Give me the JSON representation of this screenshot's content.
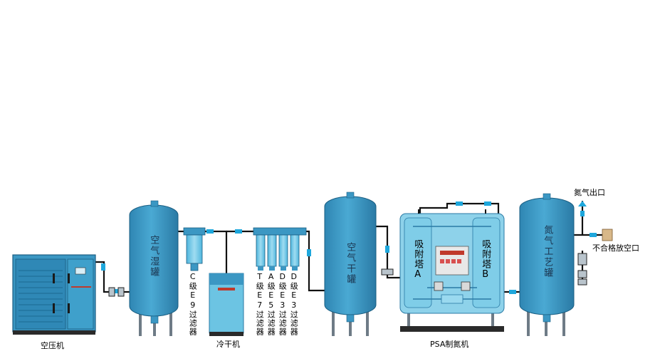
{
  "equipment": {
    "compressor": "空压机",
    "wet_tank": "空气湿罐",
    "c_filter": "C级E9过滤器",
    "dryer": "冷干机",
    "t_filter": "T级E7过滤器",
    "a_filter": "A级E5过滤器",
    "d_filter_1": "D级E3过滤器",
    "d_filter_2": "D级E3过滤器",
    "dry_tank": "空气干罐",
    "tower_a": "吸附塔A",
    "tower_b": "吸附塔B",
    "psa": "PSA制氮机",
    "n2_tank": "氮气工艺罐",
    "n2_outlet": "氮气出口",
    "vent": "不合格放空口"
  },
  "colors": {
    "equipment_blue": "#3b97c3",
    "light_blue": "#7fcde8",
    "pipe": "#111111",
    "flow_arrow": "#1ea7dc",
    "leg_gray": "#6e7b86",
    "base_dark": "#2a2a2a"
  }
}
